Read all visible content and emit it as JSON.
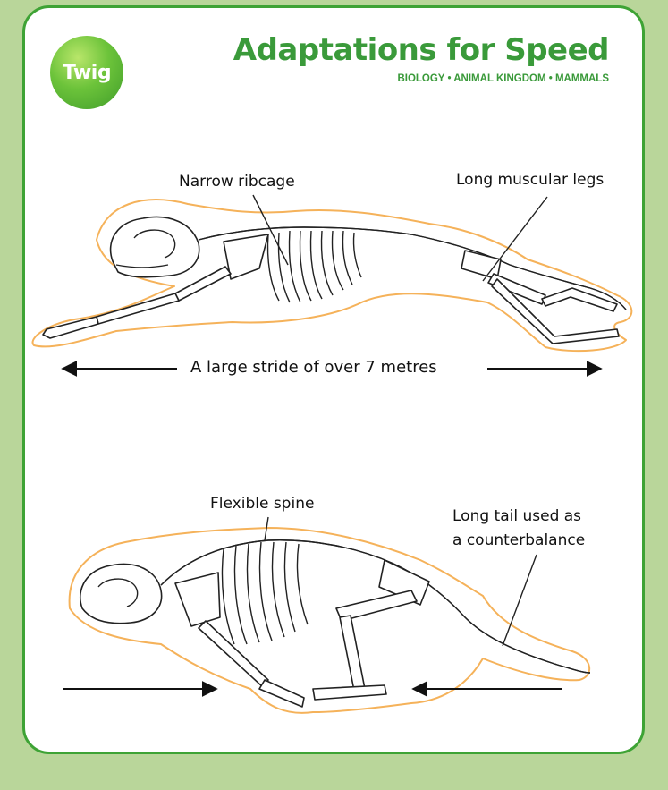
{
  "header": {
    "logo_text": "Twig",
    "title": "Adaptations for Speed",
    "subtitle": "BIOLOGY • ANIMAL KINGDOM • MAMMALS"
  },
  "diagram_top": {
    "label_ribcage": "Narrow ribcage",
    "label_legs": "Long muscular legs",
    "label_stride": "A large stride of over 7 metres"
  },
  "diagram_bottom": {
    "label_spine": "Flexible spine",
    "label_tail_line1": "Long tail used as",
    "label_tail_line2": "a counterbalance"
  },
  "colors": {
    "background": "#b9d69a",
    "border_green": "#3ea335",
    "title_green": "#3a9a3a",
    "body_outline": "#f5b25a"
  }
}
